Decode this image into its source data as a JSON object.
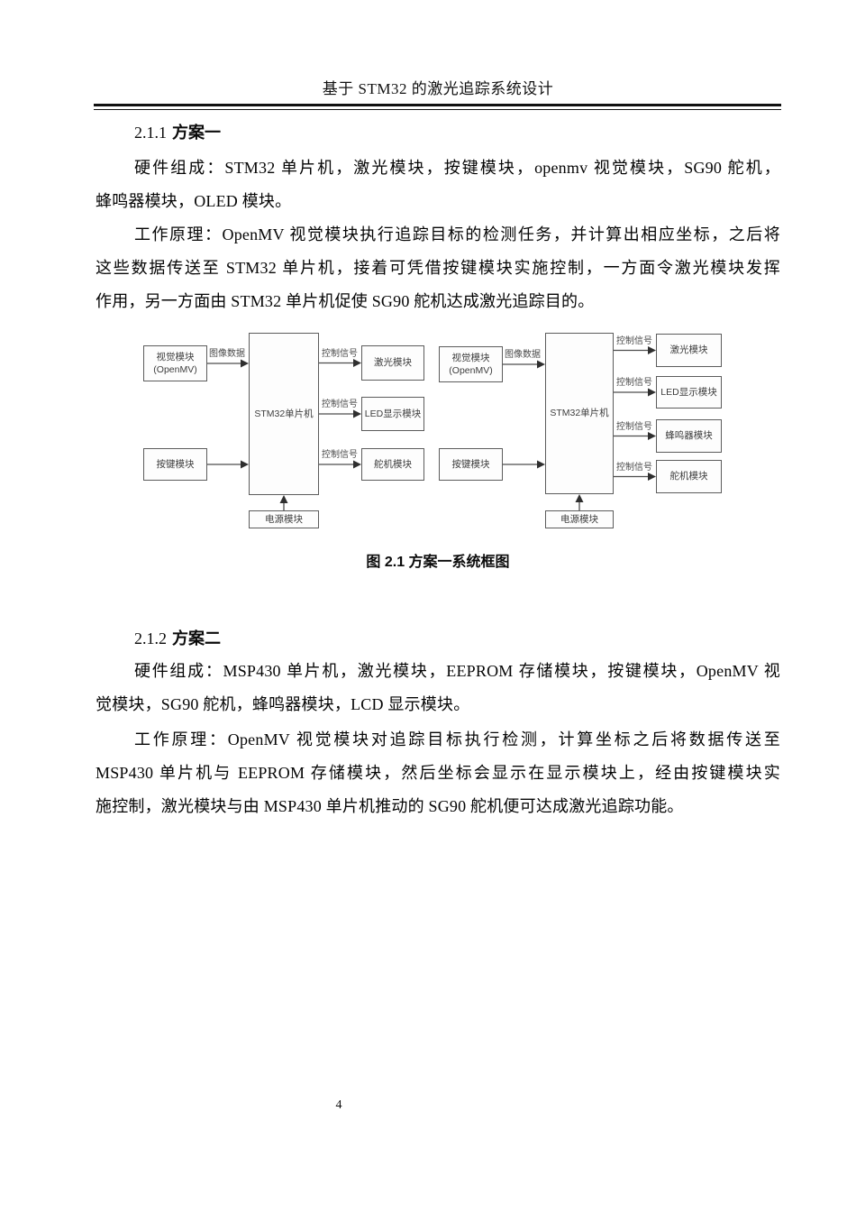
{
  "header": {
    "title": "基于 STM32 的激光追踪系统设计"
  },
  "sections": [
    {
      "number": "2.1.1",
      "title": "方案一",
      "paragraphs": [
        {
          "lines": [
            "硬件组成：STM32 单片机，激光模块，按键模块，openmv 视觉模块，SG90 舵机，",
            "蜂鸣器模块，OLED 模块。"
          ]
        },
        {
          "lines": [
            "工作原理：OpenMV 视觉模块执行追踪目标的检测任务，并计算出相应坐标，之后将",
            "这些数据传送至 STM32 单片机，接着可凭借按键模块实施控制，一方面令激光模块发挥",
            "作用，另一方面由 STM32 单片机促使 SG90 舵机达成激光追踪目的。"
          ]
        }
      ]
    },
    {
      "number": "2.1.2",
      "title": "方案二",
      "paragraphs": [
        {
          "lines": [
            "硬件组成：MSP430 单片机，激光模块，EEPROM 存储模块，按键模块，OpenMV 视",
            "觉模块，SG90 舵机，蜂鸣器模块，LCD 显示模块。"
          ]
        },
        {
          "lines": [
            "工作原理：OpenMV 视觉模块对追踪目标执行检测，计算坐标之后将数据传送至",
            "MSP430 单片机与 EEPROM 存储模块，然后坐标会显示在显示模块上，经由按键模块实",
            "施控制，激光模块与由 MSP430 单片机推动的 SG90 舵机便可达成激光追踪功能。"
          ]
        }
      ]
    }
  ],
  "figure": {
    "caption": "图 2.1 方案一系统框图",
    "diagrams": [
      {
        "center": {
          "name": "stm32-mcu",
          "label": "STM32单片机"
        },
        "power": {
          "name": "power-module",
          "label": "电源模块"
        },
        "inputs": [
          {
            "name": "vision-module",
            "label": "视觉模块\n(OpenMV)",
            "arrow_label": "图像数据"
          },
          {
            "name": "key-module",
            "label": "按键模块",
            "arrow_label": ""
          }
        ],
        "outputs": [
          {
            "name": "laser-module",
            "label": "激光模块",
            "arrow_label": "控制信号"
          },
          {
            "name": "led-display-module",
            "label": "LED显示模块",
            "arrow_label": "控制信号"
          },
          {
            "name": "servo-module",
            "label": "舵机模块",
            "arrow_label": "控制信号"
          }
        ]
      },
      {
        "center": {
          "name": "stm32-mcu",
          "label": "STM32单片机"
        },
        "power": {
          "name": "power-module",
          "label": "电源模块"
        },
        "inputs": [
          {
            "name": "vision-module",
            "label": "视觉模块\n(OpenMV)",
            "arrow_label": "图像数据"
          },
          {
            "name": "key-module",
            "label": "按键模块",
            "arrow_label": ""
          }
        ],
        "outputs": [
          {
            "name": "laser-module",
            "label": "激光模块",
            "arrow_label": "控制信号"
          },
          {
            "name": "led-display-module",
            "label": "LED显示模块",
            "arrow_label": "控制信号"
          },
          {
            "name": "buzzer-module",
            "label": "蜂鸣器模块",
            "arrow_label": "控制信号"
          },
          {
            "name": "servo-module",
            "label": "舵机模块",
            "arrow_label": "控制信号"
          }
        ]
      }
    ]
  },
  "footer": {
    "page_number": "4"
  }
}
